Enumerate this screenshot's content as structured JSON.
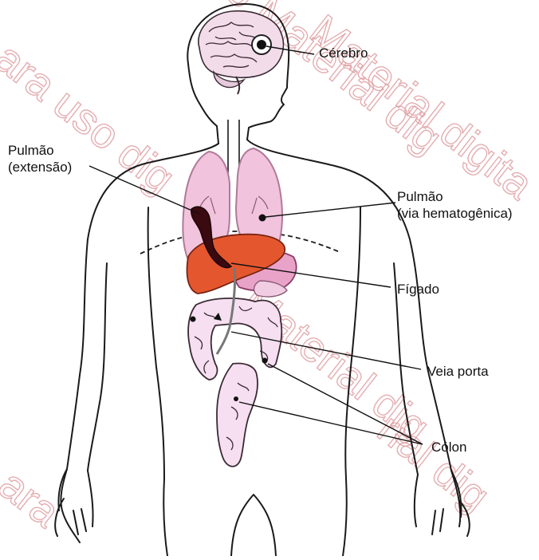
{
  "labels": {
    "cerebro": "Cérebro",
    "pulmao_extensao_1": "Pulmão",
    "pulmao_extensao_2": "(extensão)",
    "pulmao_hema_1": "Pulmão",
    "pulmao_hema_2": "(via hematogênica)",
    "figado": "Fígado",
    "veia_porta": "Veia porta",
    "colon": "Cólon"
  },
  "watermark": {
    "text_1": "ara uso dig",
    "text_2": "o Material dig",
    "text_3": "Material digita",
    "text_4": "Material dig",
    "text_5": "ara",
    "text_6": "rial dig"
  },
  "colors": {
    "outline": "#1a1a1a",
    "lung": "#f1c3dc",
    "lung_stroke": "#b07a98",
    "liver": "#e4572e",
    "stomach": "#e9a3c9",
    "colon": "#f5dff0",
    "watermark": "#e0a0a4"
  }
}
